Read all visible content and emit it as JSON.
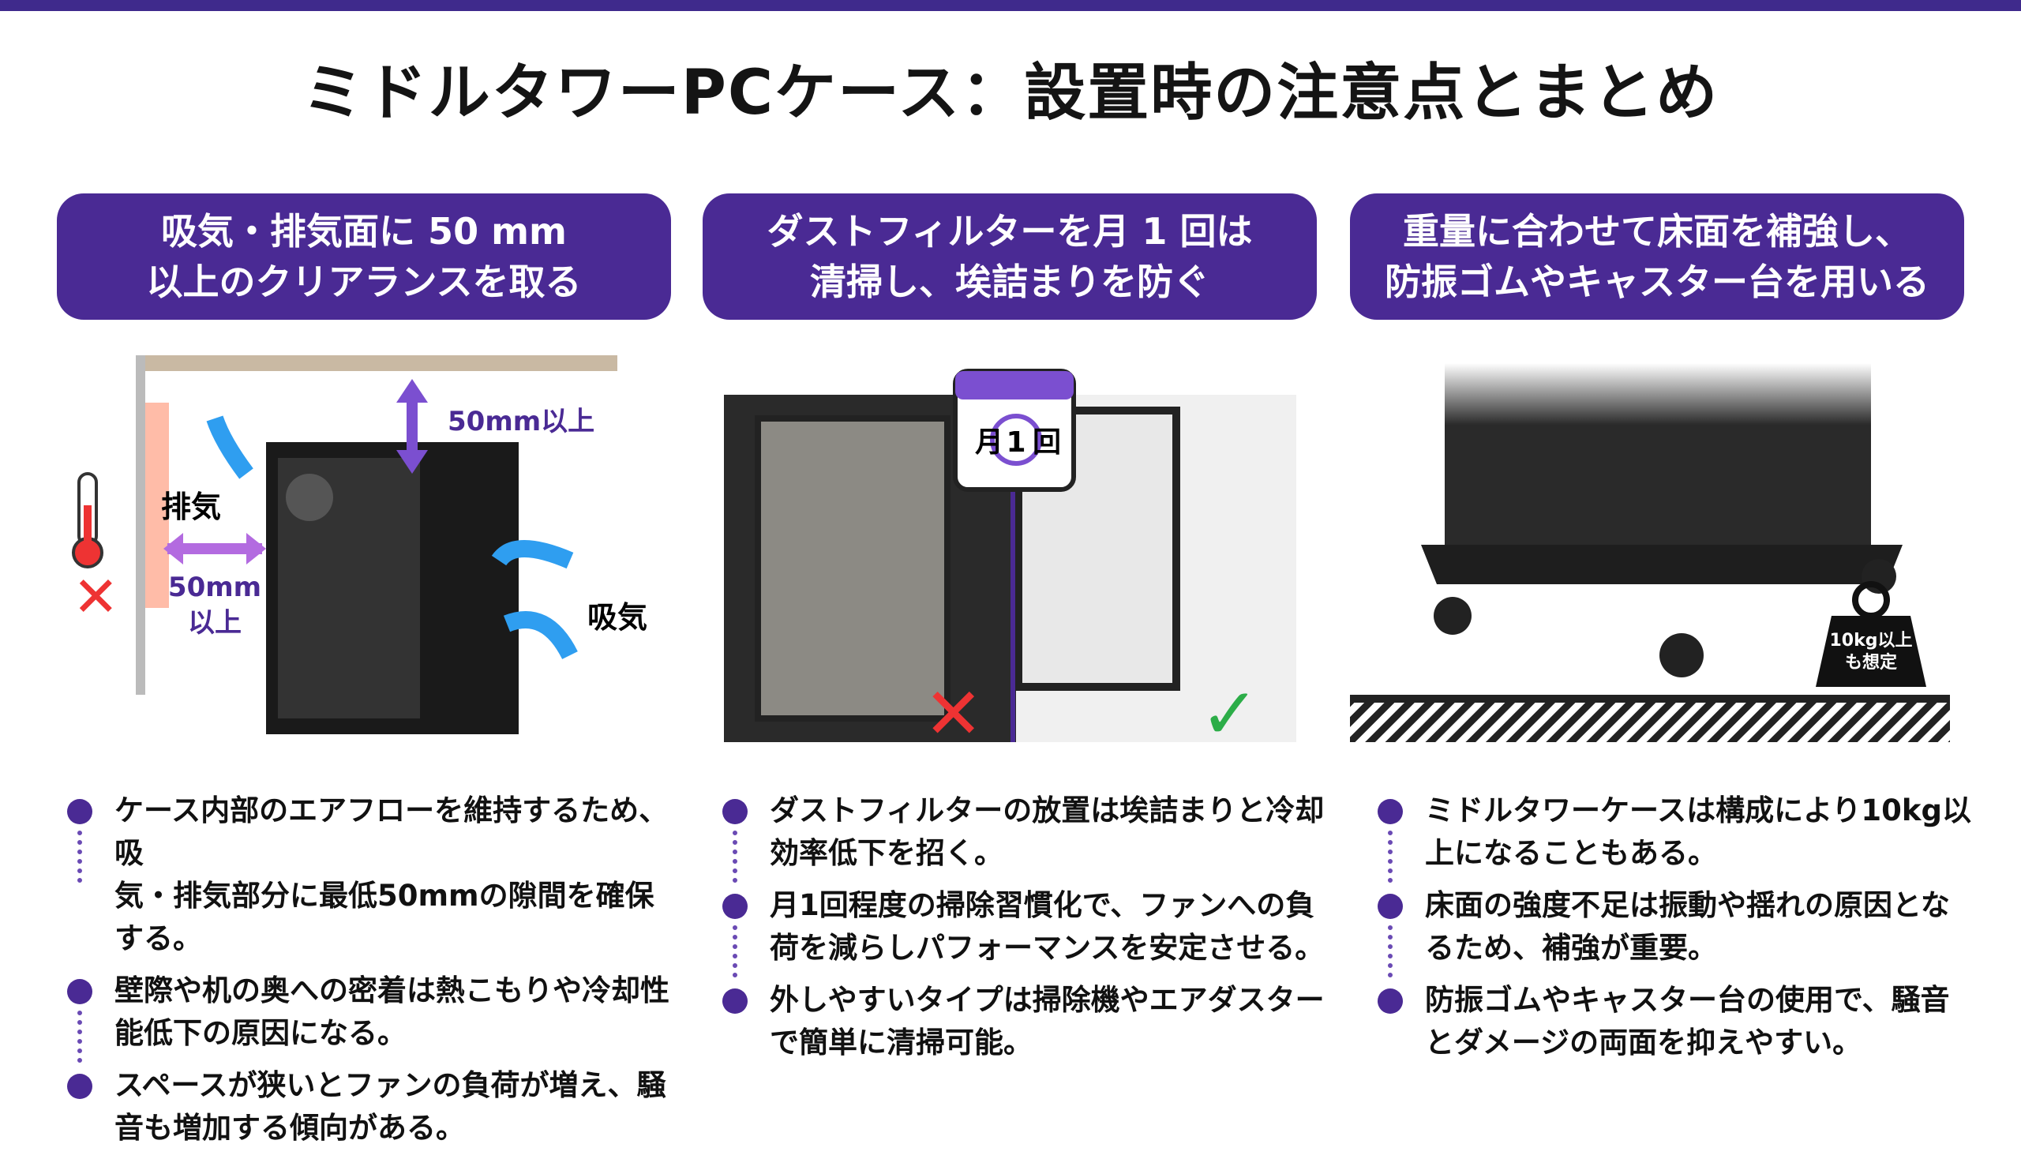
{
  "title": "ミドルタワーPCケース：設置時の注意点とまとめ",
  "colors": {
    "accent": "#4a2a94",
    "bar": "#3f2a8c"
  },
  "columns": [
    {
      "header": [
        "吸気・排気面に 50 mm",
        "以上のクリアランスを取る"
      ],
      "illustration": {
        "top_label": "50mm以上",
        "exhaust": "排気",
        "side_label": [
          "50mm",
          "以上"
        ],
        "intake": "吸気"
      },
      "bullets": [
        [
          "ケース内部のエアフローを維持するため、吸",
          "気・排気部分に最低50mmの隙間を確保する。"
        ],
        [
          "壁際や机の奥への密着は熱こもりや冷却性",
          "能低下の原因になる。"
        ],
        [
          "スペースが狭いとファンの負荷が増え、騒",
          "音も増加する傾向がある。"
        ]
      ]
    },
    {
      "header": [
        "ダストフィルターを月 1 回は",
        "清掃し、埃詰まりを防ぐ"
      ],
      "illustration": {
        "calendar_month": "月",
        "calendar_count": "1",
        "calendar_unit": "回"
      },
      "bullets": [
        [
          "ダストフィルターの放置は埃詰まりと冷却",
          "効率低下を招く。"
        ],
        [
          "月1回程度の掃除習慣化で、ファンへの負",
          "荷を減らしパフォーマンスを安定させる。"
        ],
        [
          "外しやすいタイプは掃除機やエアダスター",
          "で簡単に清掃可能。"
        ]
      ]
    },
    {
      "header": [
        "重量に合わせて床面を補強し、",
        "防振ゴムやキャスター台を用いる"
      ],
      "illustration": {
        "weight_label": [
          "10kg以上",
          "も想定"
        ]
      },
      "bullets": [
        [
          "ミドルタワーケースは構成により10kg以",
          "上になることもある。"
        ],
        [
          "床面の強度不足は振動や揺れの原因とな",
          "るため、補強が重要。"
        ],
        [
          "防振ゴムやキャスター台の使用で、騒音",
          "とダメージの両面を抑えやすい。"
        ]
      ]
    }
  ]
}
